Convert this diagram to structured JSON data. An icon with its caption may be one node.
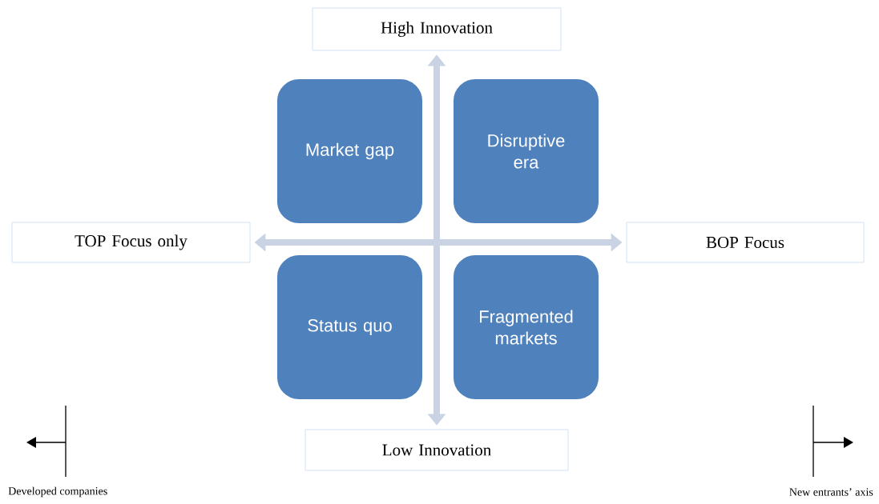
{
  "diagram": {
    "nodes": [
      {
        "text": [
          "High Innovation"
        ]
      },
      {
        "text": [
          "TOP Focus only"
        ]
      },
      {
        "text": [
          "BOP Focus"
        ]
      },
      {
        "text": [
          "Low Innovation"
        ]
      },
      {
        "text": [
          "Market gap"
        ]
      },
      {
        "text": [
          "Disruptive era"
        ]
      },
      {
        "text": [
          "Status quo"
        ]
      },
      {
        "text": [
          "Fragmented markets"
        ]
      }
    ],
    "edges": [
      {
        "from": 0,
        "to": 3,
        "arrow": "both"
      },
      {
        "from": 1,
        "to": 2,
        "arrow": "both"
      }
    ],
    "labels": [
      "Developed companies",
      "New entrants’ axis"
    ]
  }
}
